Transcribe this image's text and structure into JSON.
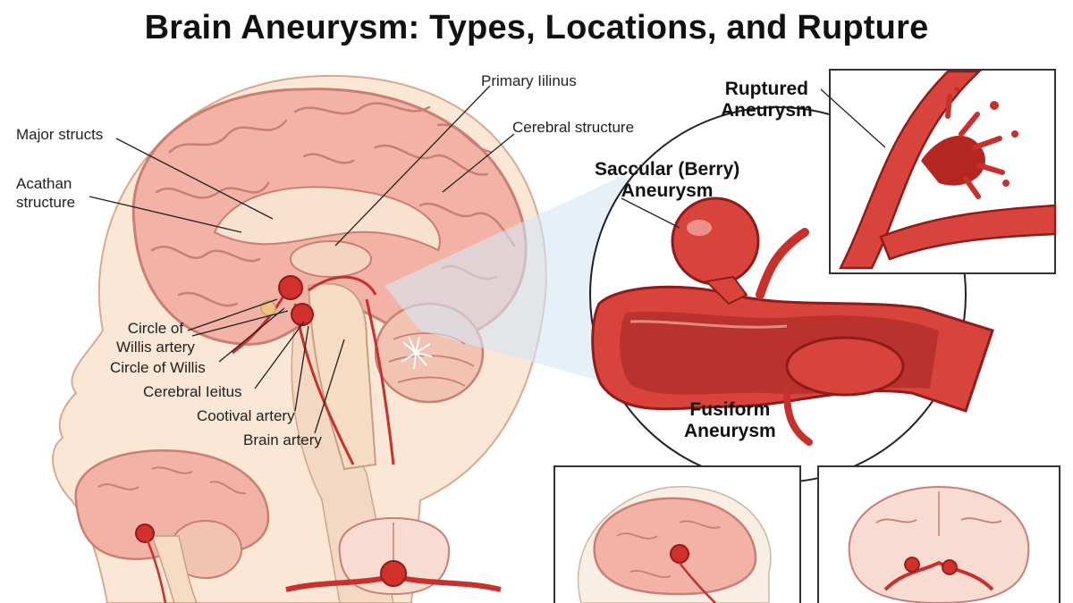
{
  "title": "Brain Aneurysm: Types, Locations, and Rupture",
  "labels": {
    "primary": "Primary Iilinus",
    "cerebral_structure": "Cerebral structure",
    "major_structs": "Major structs",
    "acathan_line1": "Acathan",
    "acathan_line2": "structure",
    "circle_willis_artery_line1": "Circle of",
    "circle_willis_artery_line2": "Willis artery",
    "circle_of_willis": "Circle of Willis",
    "cerebral_leitus": "Cerebral Ieitus",
    "cootival_artery": "Cootival artery",
    "brain_artery": "Brain artery",
    "saccular_line1": "Saccular (Berry)",
    "saccular_line2": "Aneurysm",
    "fusiform_line1": "Fusiform",
    "fusiform_line2": "Aneurysm",
    "ruptured_line1": "Ruptured",
    "ruptured_line2": "Aneurysm"
  },
  "colors": {
    "brain": "#f2b3a6",
    "brain_dark": "#c97f73",
    "vessel": "#c9302c",
    "vessel_dark": "#8e1c1a",
    "skin": "#fbe7d6",
    "skin_line": "#d9a890",
    "highlight": "#d3e6f5"
  }
}
